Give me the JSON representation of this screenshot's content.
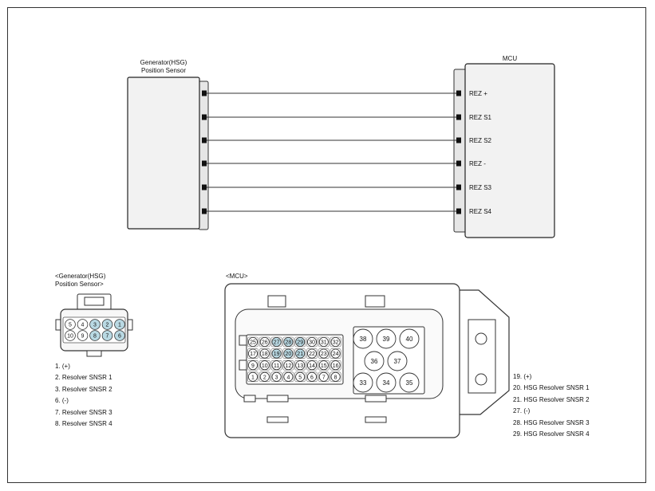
{
  "sensor": {
    "title_line1": "Generator(HSG)",
    "title_line2": "Position Sensor"
  },
  "mcu": {
    "title": "MCU",
    "pins": [
      "REZ +",
      "REZ S1",
      "REZ S2",
      "REZ -",
      "REZ S3",
      "REZ S4"
    ]
  },
  "sensor_connector": {
    "label_line1": "<Generator(HSG)",
    "label_line2": "Position Sensor>",
    "top_row": [
      "5",
      "4",
      "3",
      "2",
      "1"
    ],
    "bottom_row": [
      "10",
      "9",
      "8",
      "7",
      "6"
    ],
    "highlighted": [
      "1",
      "2",
      "3",
      "6",
      "7",
      "8"
    ],
    "legend": [
      "1. (+)",
      "2. Resolver SNSR 1",
      "3. Resolver SNSR 2",
      "6. (-)",
      "7. Resolver SNSR 3",
      "8. Resolver SNSR 4"
    ]
  },
  "mcu_connector": {
    "label": "<MCU>",
    "row1": [
      "25",
      "26",
      "27",
      "28",
      "29",
      "30",
      "31",
      "32"
    ],
    "row2": [
      "17",
      "18",
      "19",
      "20",
      "21",
      "22",
      "23",
      "24"
    ],
    "row3": [
      "9",
      "10",
      "11",
      "12",
      "13",
      "14",
      "15",
      "16"
    ],
    "row4": [
      "1",
      "2",
      "3",
      "4",
      "5",
      "6",
      "7",
      "8"
    ],
    "highlighted": [
      "19",
      "20",
      "21",
      "27",
      "28",
      "29"
    ],
    "large_pins": [
      "38",
      "39",
      "40",
      "36",
      "37",
      "33",
      "34",
      "35"
    ],
    "legend": [
      "19. (+)",
      "20. HSG Resolver SNSR 1",
      "21. HSG Resolver SNSR 2",
      "27. (-)",
      "28. HSG Resolver SNSR 3",
      "29. HSG Resolver SNSR 4"
    ]
  },
  "colors": {
    "line": "#333333",
    "highlight": "#b9d9e3",
    "box_fill": "#f2f2f2",
    "connector_fill": "#f7f7f7"
  }
}
